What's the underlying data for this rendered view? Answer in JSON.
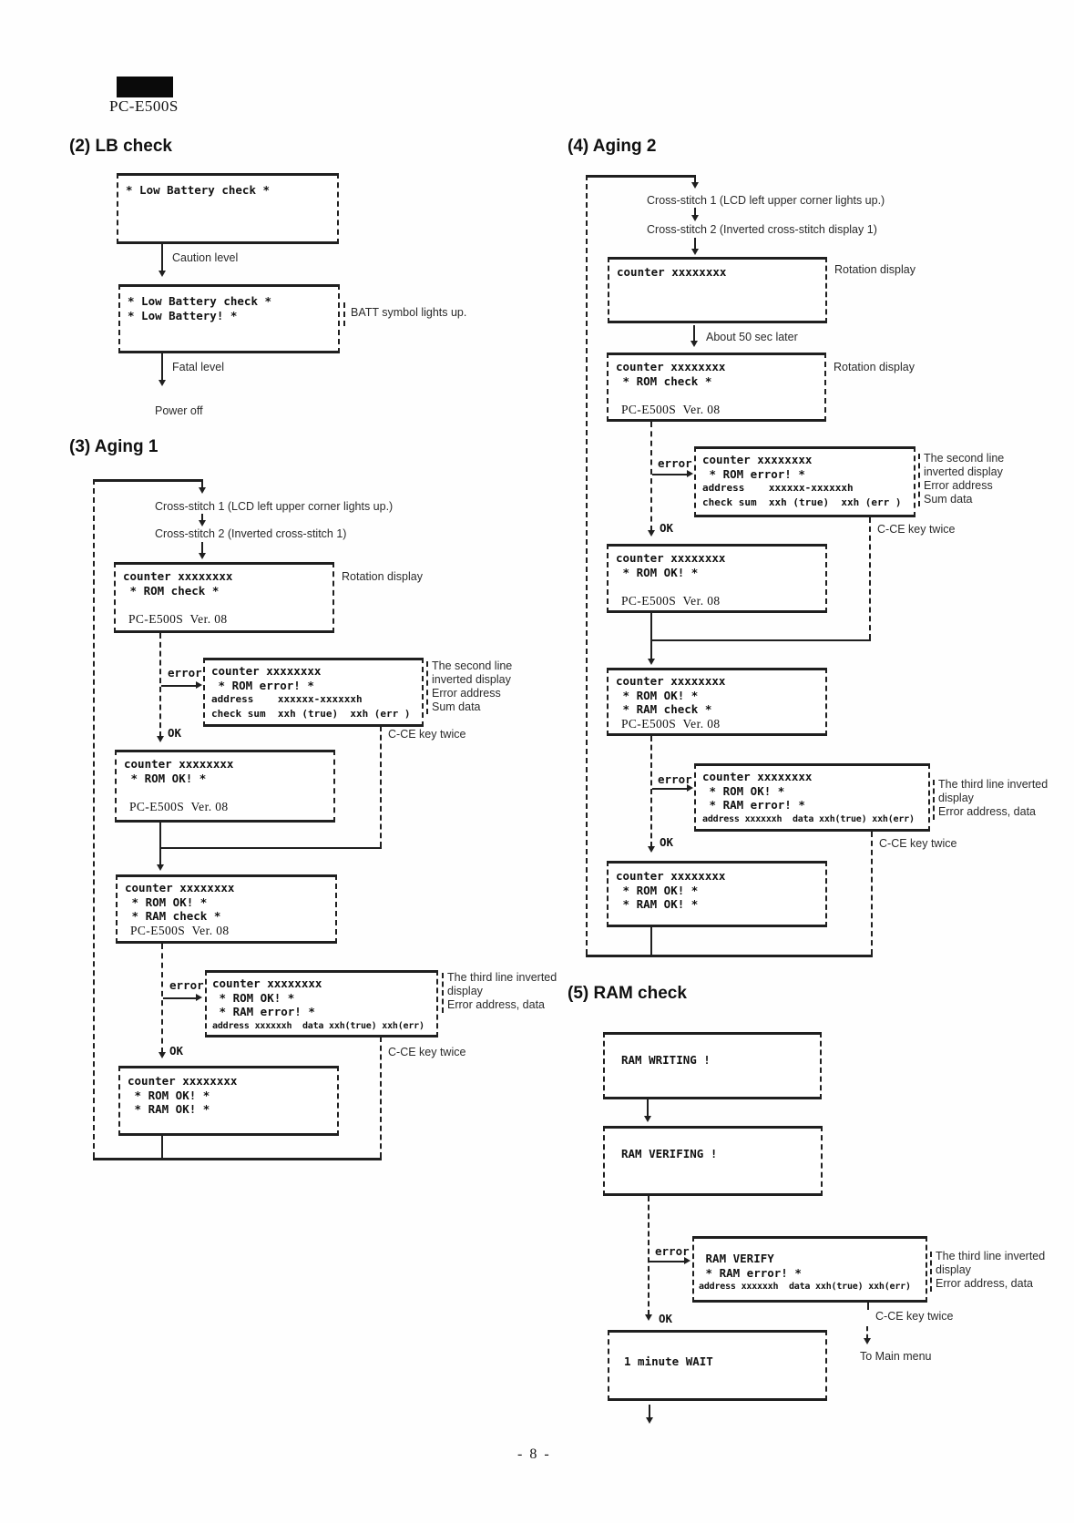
{
  "page": {
    "brand": "PC-E500S",
    "page_number": "- 8 -"
  },
  "labels": {
    "error": "error",
    "ok": "OK",
    "cce": "C-CE key twice",
    "rotation": "Rotation display",
    "to_main": "To Main menu"
  },
  "lb": {
    "heading": "(2) LB check",
    "box1": [
      "* Low Battery check *"
    ],
    "caution": "Caution level",
    "box2": [
      "* Low Battery check *",
      "* Low Battery! *"
    ],
    "batt": "BATT symbol lights up.",
    "fatal": "Fatal level",
    "power_off": "Power off"
  },
  "aging1": {
    "heading": "(3) Aging 1",
    "cross1": "Cross-stitch 1 (LCD left upper corner lights up.)",
    "cross2": "Cross-stitch 2 (Inverted cross-stitch 1)",
    "rom_check": [
      "counter xxxxxxxx",
      " * ROM check *",
      "",
      "PC-E500S  Ver. 08"
    ],
    "rom_error": [
      "counter xxxxxxxx",
      " * ROM error! *",
      "address    xxxxxx-xxxxxxh",
      "check sum  xxh (true)  xxh (err )"
    ],
    "rom_error_notes": [
      "The second line",
      "inverted display",
      "Error address",
      "Sum data"
    ],
    "rom_ok": [
      "counter xxxxxxxx",
      " * ROM OK! *",
      "",
      "PC-E500S  Ver. 08"
    ],
    "ram_check": [
      "counter xxxxxxxx",
      " * ROM OK! *",
      " * RAM check *",
      "PC-E500S  Ver. 08"
    ],
    "ram_error": [
      "counter xxxxxxxx",
      " * ROM OK! *",
      " * RAM error! *",
      "address xxxxxxh  data xxh(true) xxh(err)"
    ],
    "ram_error_notes": [
      "The third line inverted",
      "display",
      "Error address, data"
    ],
    "final": [
      "counter xxxxxxxx",
      " * ROM OK! *",
      " * RAM OK! *"
    ]
  },
  "aging2": {
    "heading": "(4) Aging 2",
    "cross1": "Cross-stitch 1 (LCD left upper corner lights up.)",
    "cross2": "Cross-stitch 2 (Inverted cross-stitch display 1)",
    "counter": [
      "counter xxxxxxxx"
    ],
    "about": "About 50 sec later",
    "rom_check": [
      "counter xxxxxxxx",
      " * ROM check *",
      "",
      "PC-E500S  Ver. 08"
    ],
    "rom_error": [
      "counter xxxxxxxx",
      " * ROM error! *",
      "address    xxxxxx-xxxxxxh",
      "check sum  xxh (true)  xxh (err )"
    ],
    "rom_error_notes": [
      "The second line",
      "inverted display",
      "Error address",
      "Sum data"
    ],
    "rom_ok": [
      "counter xxxxxxxx",
      " * ROM OK! *",
      "",
      "PC-E500S  Ver. 08"
    ],
    "ram_check": [
      "counter xxxxxxxx",
      " * ROM OK! *",
      " * RAM check *",
      "PC-E500S  Ver. 08"
    ],
    "ram_error": [
      "counter xxxxxxxx",
      " * ROM OK! *",
      " * RAM error! *",
      "address xxxxxxh  data xxh(true) xxh(err)"
    ],
    "ram_error_notes": [
      "The third line inverted",
      "display",
      "Error address, data"
    ],
    "final": [
      "counter xxxxxxxx",
      " * ROM OK! *",
      " * RAM OK! *"
    ]
  },
  "ram": {
    "heading": "(5) RAM check",
    "writing": [
      "RAM WRITING !"
    ],
    "verifying": [
      "RAM VERIFING !"
    ],
    "verify_error": [
      " RAM VERIFY",
      " * RAM error! *",
      "address xxxxxxh  data xxh(true) xxh(err)"
    ],
    "verify_error_notes": [
      "The third line inverted",
      "display",
      "Error address, data"
    ],
    "wait": [
      "1 minute WAIT"
    ]
  }
}
